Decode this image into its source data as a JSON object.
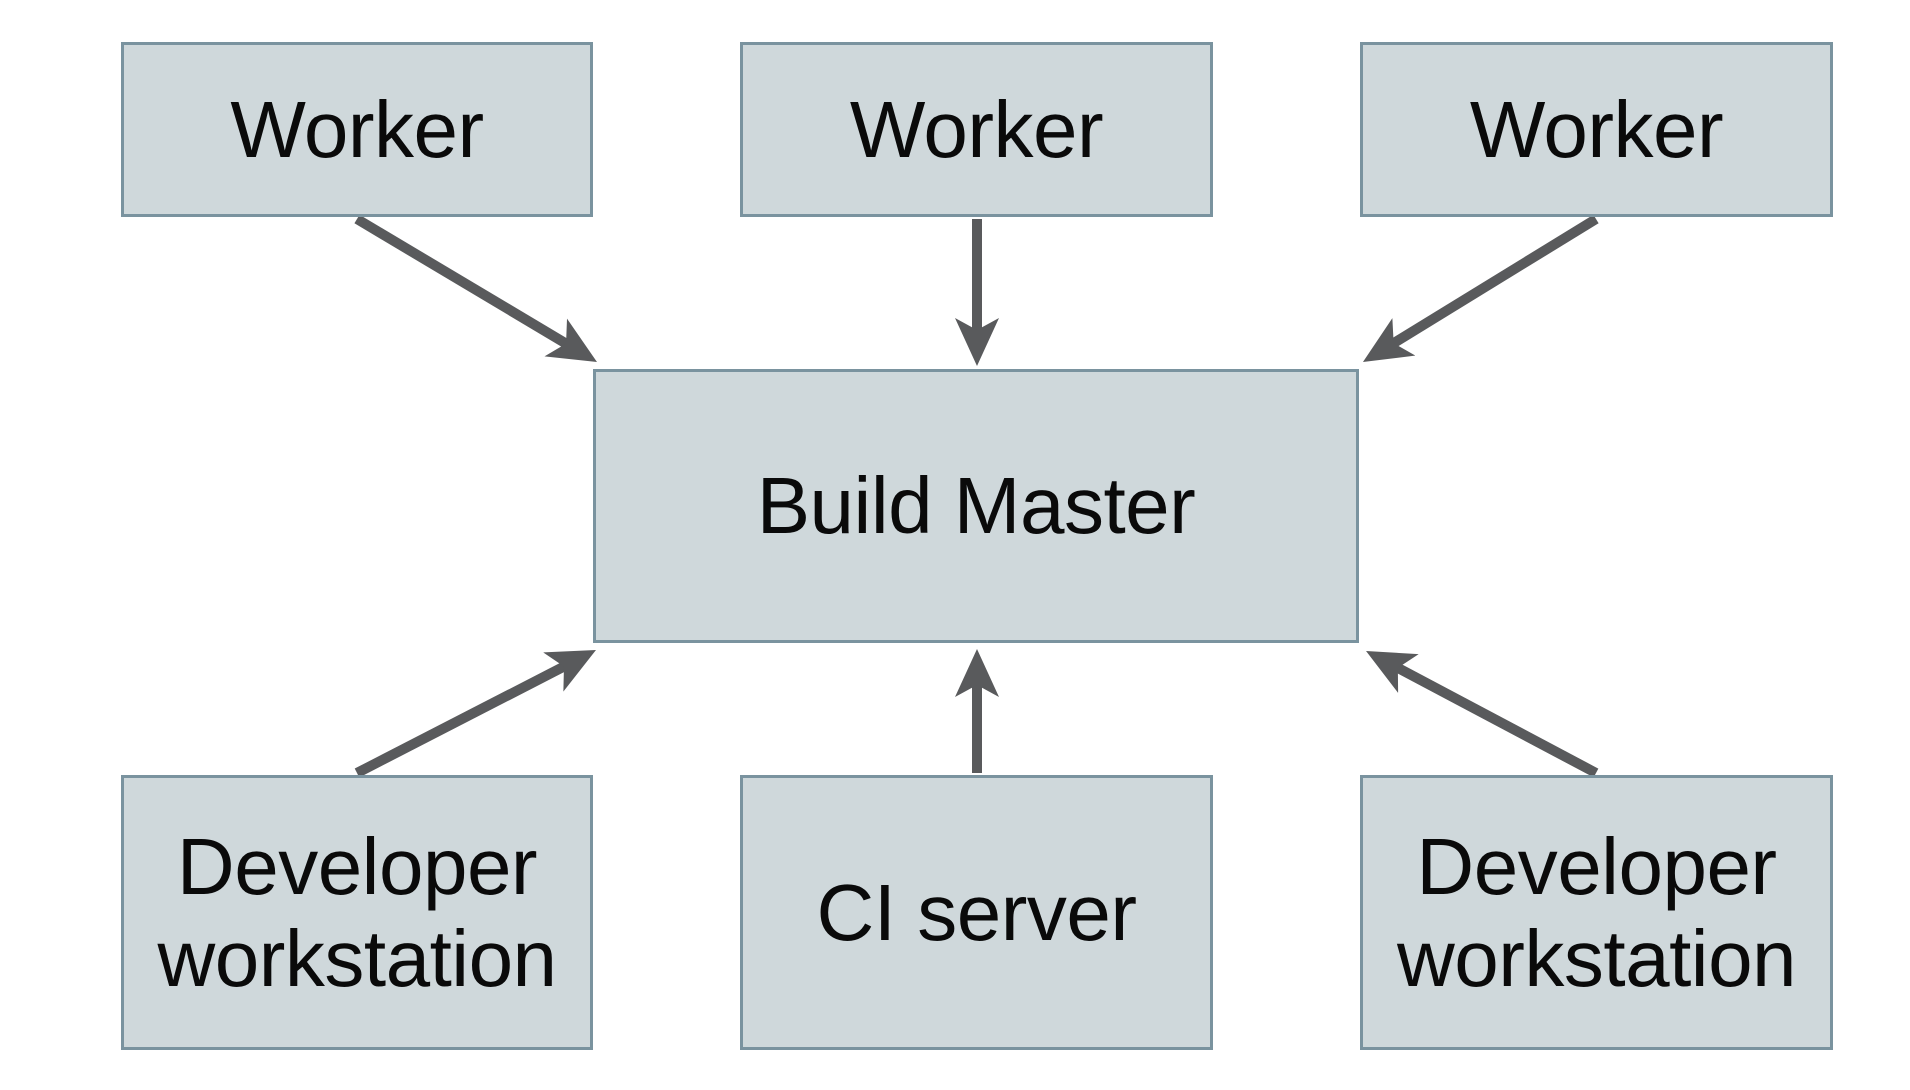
{
  "diagram": {
    "type": "architecture-diagram",
    "nodes": [
      {
        "id": "worker-1",
        "label": "Worker"
      },
      {
        "id": "worker-2",
        "label": "Worker"
      },
      {
        "id": "worker-3",
        "label": "Worker"
      },
      {
        "id": "build-master",
        "label": "Build Master"
      },
      {
        "id": "dev-workstation-1",
        "label": "Developer workstation"
      },
      {
        "id": "ci-server",
        "label": "CI server"
      },
      {
        "id": "dev-workstation-2",
        "label": "Developer workstation"
      }
    ],
    "edges": [
      {
        "from": "worker-1",
        "to": "build-master",
        "direction": "down-right"
      },
      {
        "from": "worker-2",
        "to": "build-master",
        "direction": "down"
      },
      {
        "from": "worker-3",
        "to": "build-master",
        "direction": "down-left"
      },
      {
        "from": "dev-workstation-1",
        "to": "build-master",
        "direction": "up-right"
      },
      {
        "from": "ci-server",
        "to": "build-master",
        "direction": "up"
      },
      {
        "from": "dev-workstation-2",
        "to": "build-master",
        "direction": "up-left"
      }
    ],
    "colors": {
      "node_fill": "#cfd8db",
      "node_border": "#7a939f",
      "arrow": "#595a5c",
      "text": "#0a0a0a",
      "background": "#ffffff"
    }
  }
}
